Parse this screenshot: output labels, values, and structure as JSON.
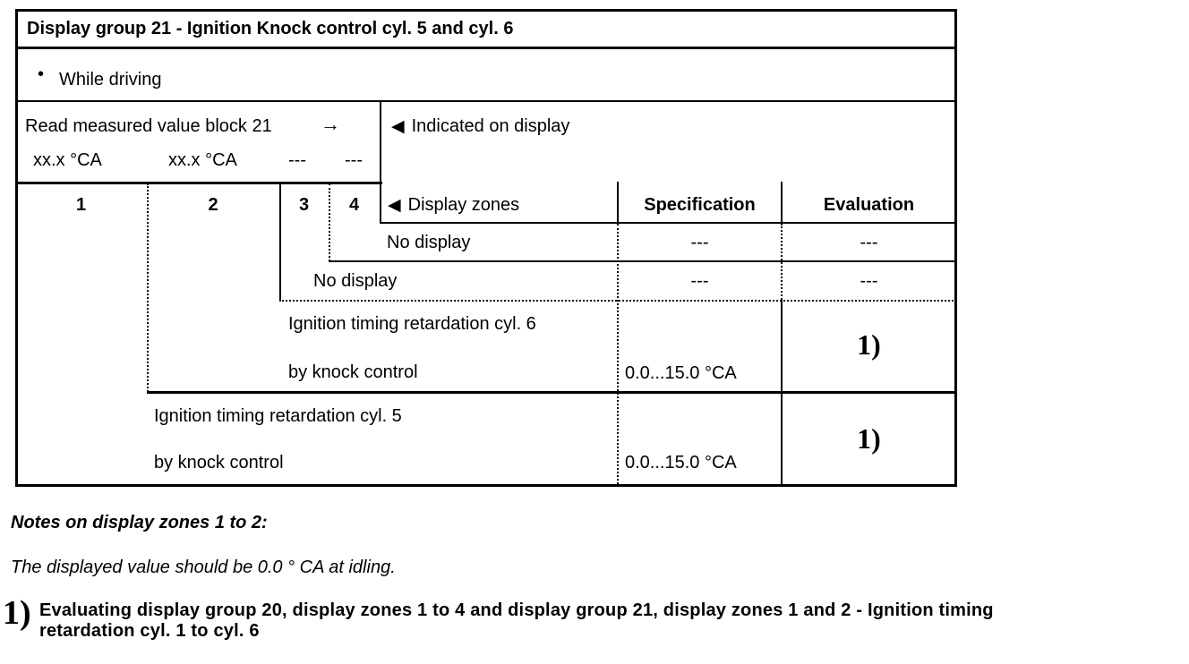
{
  "document": {
    "colors": {
      "ink": "#000000",
      "paper": "#ffffff"
    },
    "title_row": {
      "title": "Display group 21 - Ignition Knock control cyl. 5 and cyl. 6"
    },
    "condition_row": {
      "bullet": "•",
      "label": "While driving"
    },
    "read_row": {
      "action_label": "Read measured value block 21",
      "right_arrow": "→",
      "indicator_triangle": "◀",
      "indicated_label": "Indicated on display",
      "values": [
        "xx.x °CA",
        "xx.x °CA",
        "---",
        "---"
      ]
    },
    "header_row": {
      "zones": [
        "1",
        "2",
        "3",
        "4"
      ],
      "zones_triangle": "◀",
      "zones_label": "Display zones",
      "specification_label": "Specification",
      "evaluation_label": "Evaluation"
    },
    "zone_rows": [
      {
        "zone": "4",
        "label": "No display",
        "specification": "---",
        "evaluation": "---"
      },
      {
        "zone": "3",
        "label": "No display",
        "specification": "---",
        "evaluation": "---"
      },
      {
        "zone": "2",
        "label_line1": "Ignition timing retardation cyl. 6",
        "label_line2": "by knock control",
        "specification": "0.0...15.0 °CA",
        "evaluation": "1)"
      },
      {
        "zone": "1",
        "label_line1": "Ignition timing retardation cyl. 5",
        "label_line2": "by knock control",
        "specification": "0.0...15.0 °CA",
        "evaluation": "1)"
      }
    ],
    "notes": {
      "heading": "Notes on display zones 1 to 2:",
      "body": "The displayed value should be 0.0 ° CA at idling."
    },
    "footnote": {
      "marker": "1)",
      "line1": "Evaluating display group 20, display zones 1 to 4 and display group 21, display zones 1 and 2 - Ignition timing",
      "line2": "retardation cyl. 1 to cyl. 6"
    }
  }
}
